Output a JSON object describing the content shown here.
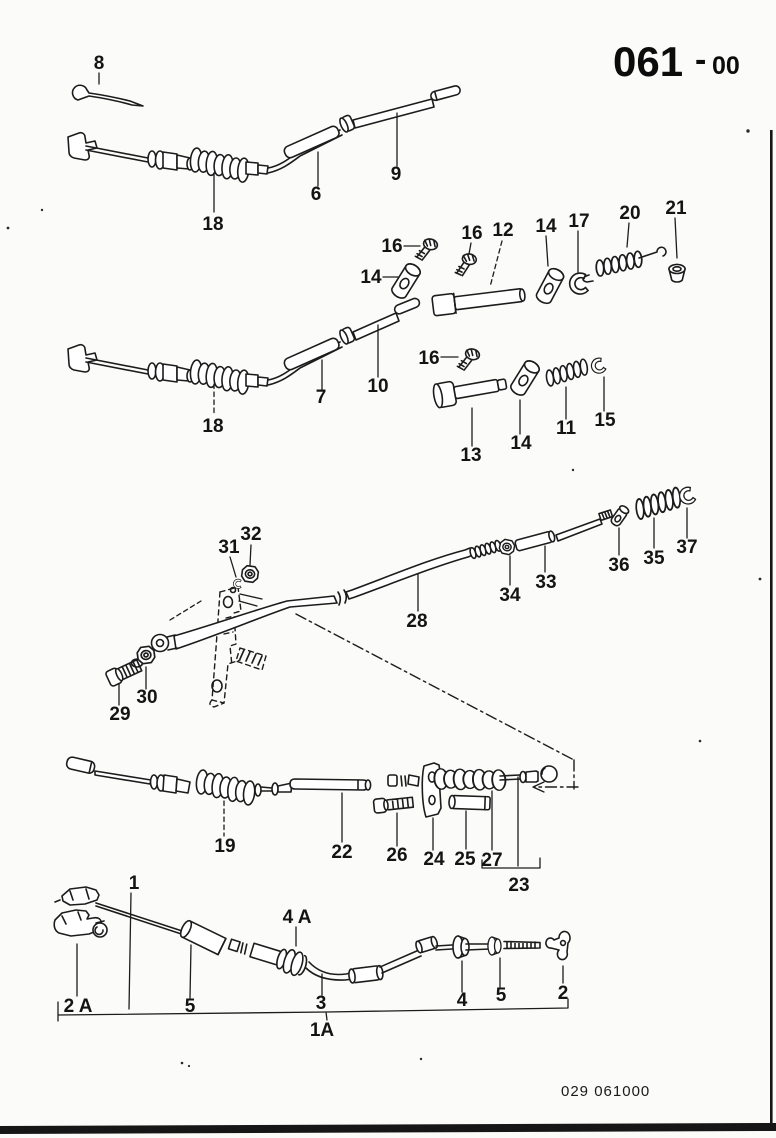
{
  "page": {
    "title": {
      "code": "061",
      "separator": "-",
      "revision": "00"
    },
    "footer": {
      "doc_number": "029  061000"
    }
  },
  "labels": {
    "p8": "8",
    "p18a": "18",
    "p6": "6",
    "p9": "9",
    "p16a": "16",
    "p14a": "14",
    "p16b": "16",
    "p12": "12",
    "p14b": "14",
    "p17": "17",
    "p20": "20",
    "p21": "21",
    "p18b": "18",
    "p7": "7",
    "p10": "10",
    "p16c": "16",
    "p13": "13",
    "p14c": "14",
    "p11": "11",
    "p15": "15",
    "p31": "31",
    "p32": "32",
    "p28": "28",
    "p34": "34",
    "p33": "33",
    "p36": "36",
    "p35": "35",
    "p37": "37",
    "p29": "29",
    "p30": "30",
    "p19": "19",
    "p22": "22",
    "p26": "26",
    "p24": "24",
    "p25": "25",
    "p27": "27",
    "p23": "23",
    "p1": "1",
    "p4A": "4 A",
    "p2A": "2 A",
    "p5a": "5",
    "p3": "3",
    "p4": "4",
    "p5b": "5",
    "p2": "2",
    "p1A": "1A"
  }
}
